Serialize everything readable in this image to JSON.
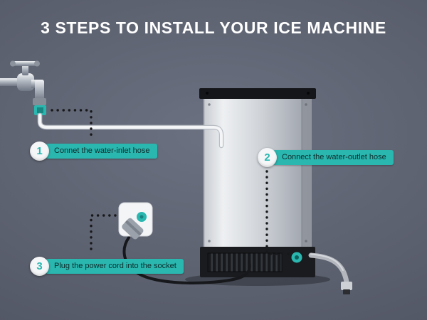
{
  "title": "3 STEPS TO INSTALL YOUR ICE MACHINE",
  "steps": [
    {
      "number": "1",
      "label": "Connet the water-inlet hose"
    },
    {
      "number": "2",
      "label": "Connect the water-outlet hose"
    },
    {
      "number": "3",
      "label": "Plug the power cord into the socket"
    }
  ],
  "colors": {
    "accent": "#2ab7b0",
    "title_text": "#ffffff",
    "step_label_text": "#0c2b2a",
    "background": "#5a5f6d",
    "machine_dark": "#191b1e",
    "hose_white": "#f3f5f6"
  },
  "icons": [
    "faucet-icon",
    "water-inlet-connector",
    "water-inlet-hose",
    "ice-machine-back",
    "power-socket-icon",
    "power-plug-icon",
    "power-cord",
    "water-outlet-hose",
    "water-outlet-marker"
  ]
}
